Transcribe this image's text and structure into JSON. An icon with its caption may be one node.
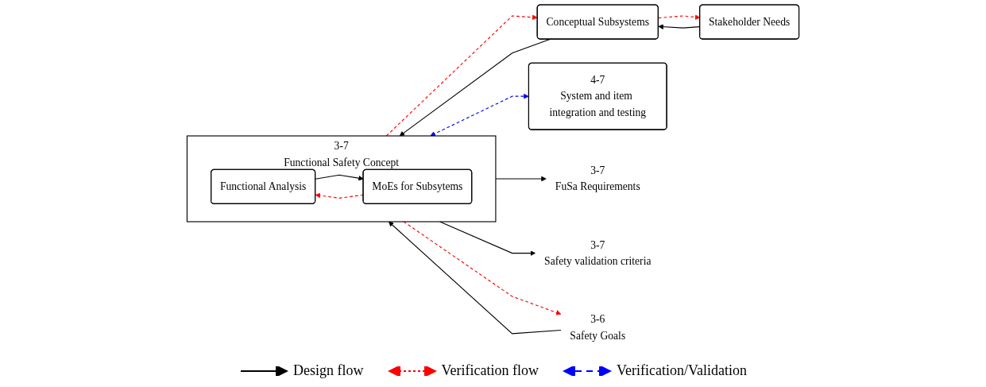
{
  "diagram": {
    "nodes": [
      {
        "text": [
          "3-6",
          "Safety Goals"
        ]
      },
      {
        "text": [
          "Stakeholder Needs"
        ]
      },
      {
        "text": [
          "Conceptual Subsystems"
        ]
      },
      {
        "text": [
          "3-7",
          "Functional Safety Concept"
        ]
      },
      {
        "text": [
          "Functional Analysis"
        ],
        "in": 3
      },
      {
        "text": [
          "MoEs for Subsytems"
        ],
        "in": 3
      },
      {
        "text": [
          "4-7",
          "System and item integration and testing"
        ]
      },
      {
        "text": [
          "3-7",
          "FuSa Requirements"
        ]
      },
      {
        "text": [
          "3-7",
          "Safety validation criteria"
        ]
      }
    ],
    "edges": [
      {
        "from": 0,
        "to": 3,
        "arrow": "to"
      },
      {
        "from": 3,
        "to": 0,
        "arrow": "to",
        "style": "dashed",
        "color": "#ff0000"
      },
      {
        "from": 1,
        "to": 2,
        "arrow": "to"
      },
      {
        "from": 2,
        "to": 1,
        "arrow": "to",
        "style": "dashed",
        "color": "#ff0000"
      },
      {
        "from": 2,
        "to": 3,
        "arrow": "to"
      },
      {
        "from": 3,
        "to": 2,
        "arrow": "to",
        "style": "dashed",
        "color": "#ff0000"
      },
      {
        "from": 4,
        "to": 5,
        "arrow": "to"
      },
      {
        "from": 5,
        "to": 4,
        "arrow": "to",
        "style": "dashed",
        "color": "#ff0000"
      },
      {
        "from": 3,
        "to": 6,
        "arrow": "both",
        "style": "dashed",
        "color": "#0000ff"
      },
      {
        "from": 3,
        "to": 7,
        "arrow": "to"
      },
      {
        "from": 3,
        "to": 8,
        "arrow": "to"
      }
    ],
    "legend": [
      {
        "text": "Design flow"
      },
      {
        "text": "Verification flow"
      },
      {
        "text": "Verification/Validation"
      }
    ]
  }
}
